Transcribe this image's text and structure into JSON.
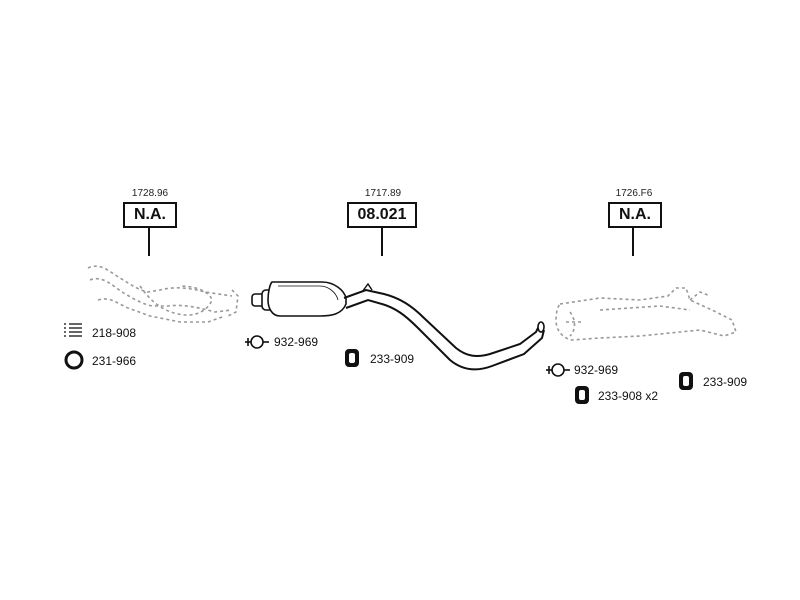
{
  "sections": [
    {
      "ref": "1728.96",
      "code": "N.A."
    },
    {
      "ref": "1717.89",
      "code": "08.021"
    },
    {
      "ref": "1726.F6",
      "code": "N.A."
    }
  ],
  "parts": {
    "p218908": "218-908",
    "p231966": "231-966",
    "p932969_a": "932-969",
    "p233909_a": "233-909",
    "p932969_b": "932-969",
    "p233908": "233-908 x2",
    "p233909_b": "233-909"
  }
}
